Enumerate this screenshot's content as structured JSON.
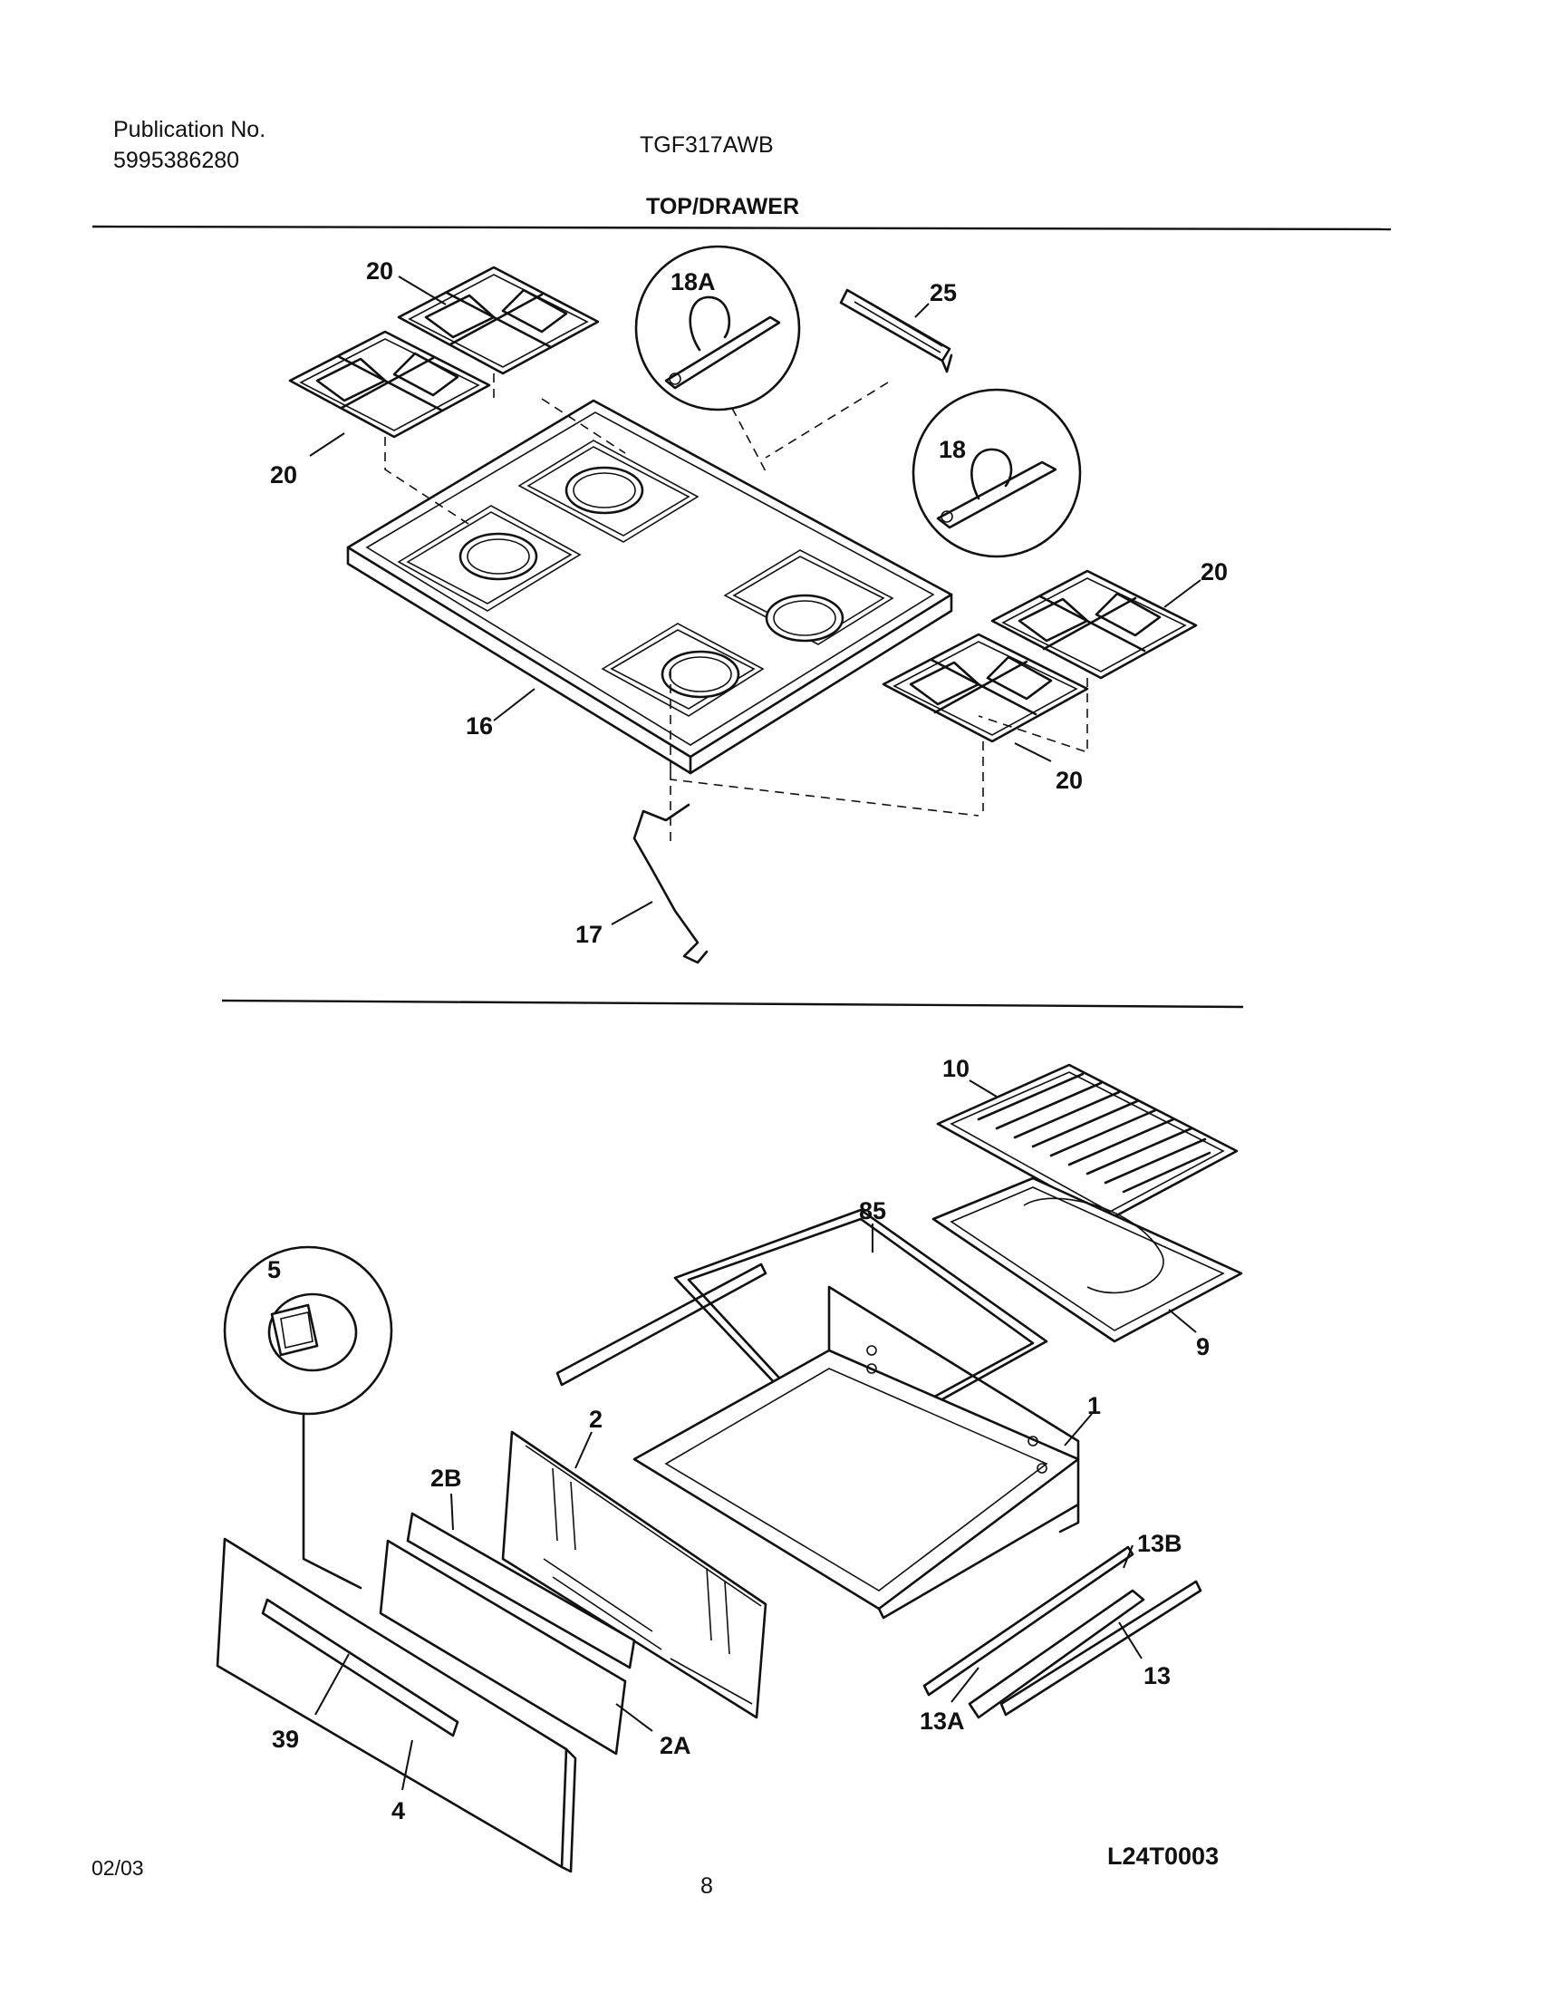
{
  "header": {
    "publication_label": "Publication No.",
    "publication_number": "5995386280",
    "model": "TGF317AWB",
    "section_title": "TOP/DRAWER"
  },
  "parts": {
    "p20a": "20",
    "p20b": "20",
    "p20c": "20",
    "p20d": "20",
    "p18a": "18A",
    "p18": "18",
    "p25": "25",
    "p16": "16",
    "p17": "17",
    "p10": "10",
    "p85": "85",
    "p9": "9",
    "p5": "5",
    "p1": "1",
    "p2": "2",
    "p2b": "2B",
    "p13b": "13B",
    "p13": "13",
    "p13a": "13A",
    "p39": "39",
    "p2a": "2A",
    "p4": "4"
  },
  "drawing_code": "L24T0003",
  "footer": {
    "date": "02/03",
    "page": "8"
  }
}
